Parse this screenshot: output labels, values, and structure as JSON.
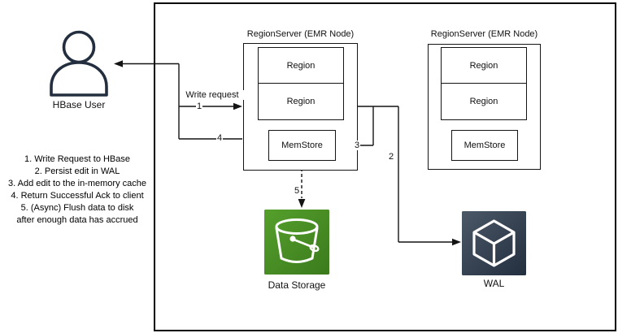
{
  "actor": {
    "label": "HBase User",
    "icon": "person-icon",
    "color": "#232f3e"
  },
  "notes": {
    "lines": [
      "1. Write Request to HBase",
      "2. Persist edit in WAL",
      "3. Add edit to the in-memory cache",
      "4. Return Successful Ack to client",
      "5. (Async) Flush data to disk",
      "after enough data has accrued"
    ]
  },
  "region_servers": [
    {
      "title": "RegionServer (EMR Node)",
      "regions": [
        "Region",
        "Region"
      ],
      "memstore_label": "MemStore"
    },
    {
      "title": "RegionServer (EMR Node)",
      "regions": [
        "Region",
        "Region"
      ],
      "memstore_label": "MemStore"
    }
  ],
  "storage": {
    "label": "Data Storage",
    "icon": "s3-bucket-icon",
    "color_top": "#55a02c",
    "color_bottom": "#3b7a1d"
  },
  "wal": {
    "label": "WAL",
    "icon": "cube-icon",
    "color_top": "#4b5868",
    "color_bottom": "#232f3e"
  },
  "flow": {
    "write_request_label": "Write request",
    "step1": "1",
    "step2": "2",
    "step3": "3",
    "step4": "4",
    "step5": "5"
  }
}
